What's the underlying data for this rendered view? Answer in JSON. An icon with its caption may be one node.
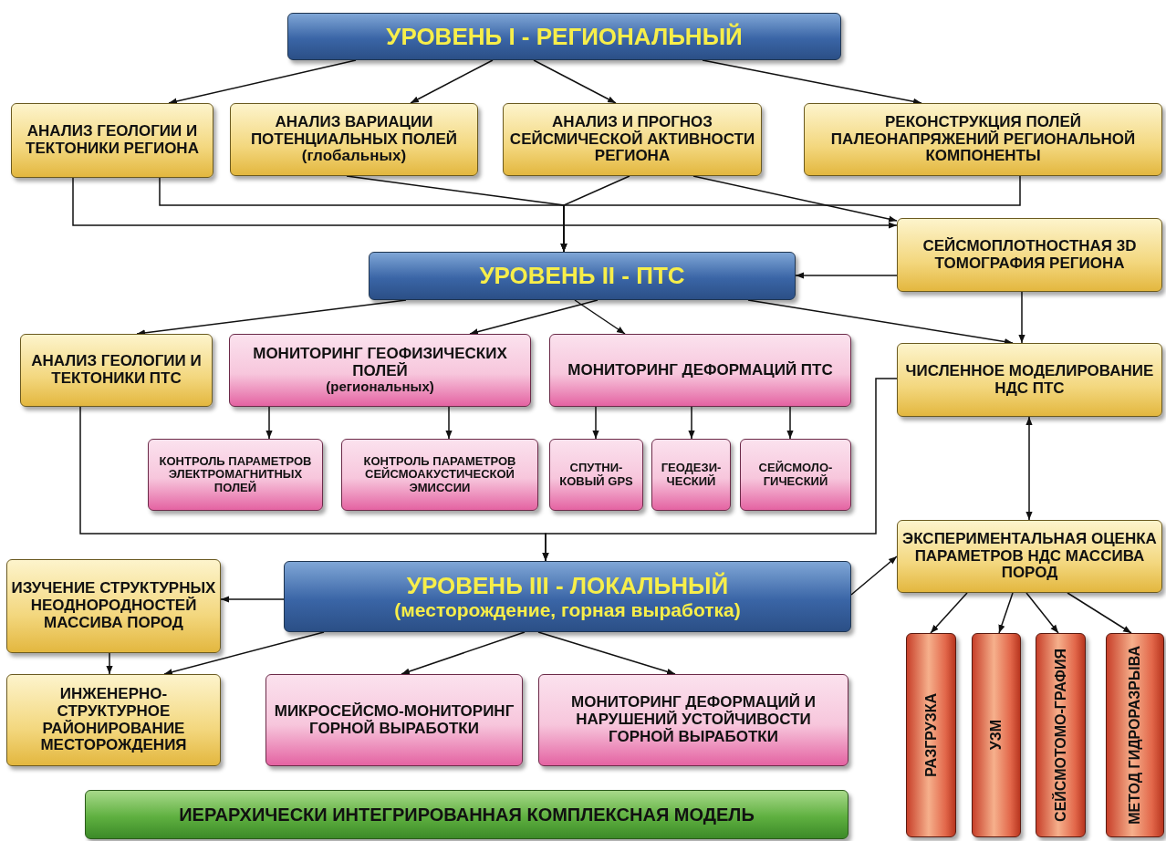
{
  "diagram": {
    "nodes": [
      {
        "text": [
          "УРОВЕНЬ I - РЕГИОНАЛЬНЫЙ"
        ]
      },
      {
        "text": [
          "АНАЛИЗ ГЕОЛОГИИ И ТЕКТОНИКИ РЕГИОНА"
        ]
      },
      {
        "text": [
          "АНАЛИЗ ВАРИАЦИИ ПОТЕНЦИАЛЬНЫХ ПОЛЕЙ (глобальных)"
        ]
      },
      {
        "text": [
          "АНАЛИЗ И ПРОГНОЗ СЕЙСМИЧЕСКОЙ АКТИВНОСТИ РЕГИОНА"
        ]
      },
      {
        "text": [
          "РЕКОНСТРУКЦИЯ ПОЛЕЙ ПАЛЕОНАПРЯЖЕНИЙ РЕГИОНАЛЬНОЙ КОМПОНЕНТЫ"
        ]
      },
      {
        "text": [
          "СЕЙСМОПЛОТНОСТНАЯ 3D ТОМОГРАФИЯ РЕГИОНА"
        ]
      },
      {
        "text": [
          "УРОВЕНЬ II - ПТС"
        ]
      },
      {
        "text": [
          "АНАЛИЗ ГЕОЛОГИИ И ТЕКТОНИКИ ПТС"
        ]
      },
      {
        "text": [
          "МОНИТОРИНГ ГЕОФИЗИЧЕСКИХ ПОЛЕЙ",
          "(региональных)"
        ]
      },
      {
        "text": [
          "МОНИТОРИНГ ДЕФОРМАЦИЙ ПТС"
        ]
      },
      {
        "text": [
          "ЧИСЛЕННОЕ МОДЕЛИРОВАНИЕ НДС ПТС"
        ]
      },
      {
        "text": [
          "КОНТРОЛЬ ПАРАМЕТРОВ ЭЛЕКТРОМАГНИТНЫХ ПОЛЕЙ"
        ]
      },
      {
        "text": [
          "КОНТРОЛЬ ПАРАМЕТРОВ СЕЙСМОАКУСТИЧЕСКОЙ ЭМИССИИ"
        ]
      },
      {
        "text": [
          "СПУТНИ-КОВЫЙ GPS"
        ]
      },
      {
        "text": [
          "ГЕОДЕЗИ-ЧЕСКИЙ"
        ]
      },
      {
        "text": [
          "СЕЙСМОЛО-ГИЧЕСКИЙ"
        ]
      },
      {
        "text": [
          "ЭКСПЕРИМЕНТАЛЬНАЯ ОЦЕНКА ПАРАМЕТРОВ НДС МАССИВА ПОРОД"
        ]
      },
      {
        "text": [
          "УРОВЕНЬ III - ЛОКАЛЬНЫЙ",
          "(месторождение, горная выработка)"
        ]
      },
      {
        "text": [
          "ИЗУЧЕНИЕ СТРУКТУРНЫХ НЕОДНОРОДНОСТЕЙ МАССИВА ПОРОД"
        ]
      },
      {
        "text": [
          "ИНЖЕНЕРНО-СТРУКТУРНОЕ РАЙОНИРОВАНИЕ МЕСТОРОЖДЕНИЯ"
        ]
      },
      {
        "text": [
          "МИКРОСЕЙСМО-МОНИТОРИНГ ГОРНОЙ ВЫРАБОТКИ"
        ]
      },
      {
        "text": [
          "МОНИТОРИНГ ДЕФОРМАЦИЙ И НАРУШЕНИЙ УСТОЙЧИВОСТИ ГОРНОЙ ВЫРАБОТКИ"
        ]
      },
      {
        "text": [
          "РАЗГРУЗКА"
        ]
      },
      {
        "text": [
          "УЗМ"
        ]
      },
      {
        "text": [
          "СЕЙСМОТОМО-ГРАФИЯ"
        ]
      },
      {
        "text": [
          "МЕТОД ГИДРОРАЗРЫВА"
        ]
      },
      {
        "text": [
          "ИЕРАРХИЧЕСКИ ИНТЕГРИРОВАННАЯ КОМПЛЕКСНАЯ МОДЕЛЬ"
        ]
      }
    ],
    "edges": [
      {
        "from": 0,
        "to": 1,
        "arrow": "to"
      },
      {
        "from": 0,
        "to": 2,
        "arrow": "to"
      },
      {
        "from": 0,
        "to": 3,
        "arrow": "to"
      },
      {
        "from": 0,
        "to": 4,
        "arrow": "to"
      },
      {
        "from": 1,
        "to": 6,
        "arrow": "to"
      },
      {
        "from": 2,
        "to": 6,
        "arrow": "to"
      },
      {
        "from": 3,
        "to": 6,
        "arrow": "to"
      },
      {
        "from": 4,
        "to": 6,
        "arrow": "to"
      },
      {
        "from": 1,
        "to": 5,
        "arrow": "to"
      },
      {
        "from": 3,
        "to": 5,
        "arrow": "to"
      },
      {
        "from": 5,
        "to": 6,
        "arrow": "to"
      },
      {
        "from": 6,
        "to": 7,
        "arrow": "to"
      },
      {
        "from": 6,
        "to": 8,
        "arrow": "to"
      },
      {
        "from": 6,
        "to": 9,
        "arrow": "to"
      },
      {
        "from": 6,
        "to": 10,
        "arrow": "to"
      },
      {
        "from": 5,
        "to": 10,
        "arrow": "to"
      },
      {
        "from": 8,
        "to": 11,
        "arrow": "to"
      },
      {
        "from": 8,
        "to": 12,
        "arrow": "to"
      },
      {
        "from": 9,
        "to": 13,
        "arrow": "to"
      },
      {
        "from": 9,
        "to": 14,
        "arrow": "to"
      },
      {
        "from": 9,
        "to": 15,
        "arrow": "to"
      },
      {
        "from": 7,
        "to": 17,
        "arrow": "to"
      },
      {
        "from": 10,
        "to": 17,
        "arrow": "to"
      },
      {
        "from": 10,
        "to": 16,
        "arrow": "both"
      },
      {
        "from": 17,
        "to": 16,
        "arrow": "to"
      },
      {
        "from": 17,
        "to": 18,
        "arrow": "to"
      },
      {
        "from": 18,
        "to": 19,
        "arrow": "to"
      },
      {
        "from": 17,
        "to": 19,
        "arrow": "to"
      },
      {
        "from": 17,
        "to": 20,
        "arrow": "to"
      },
      {
        "from": 17,
        "to": 21,
        "arrow": "to"
      },
      {
        "from": 16,
        "to": 22,
        "arrow": "to"
      },
      {
        "from": 16,
        "to": 23,
        "arrow": "to"
      },
      {
        "from": 16,
        "to": 24,
        "arrow": "to"
      },
      {
        "from": 16,
        "to": 25,
        "arrow": "to"
      }
    ]
  }
}
